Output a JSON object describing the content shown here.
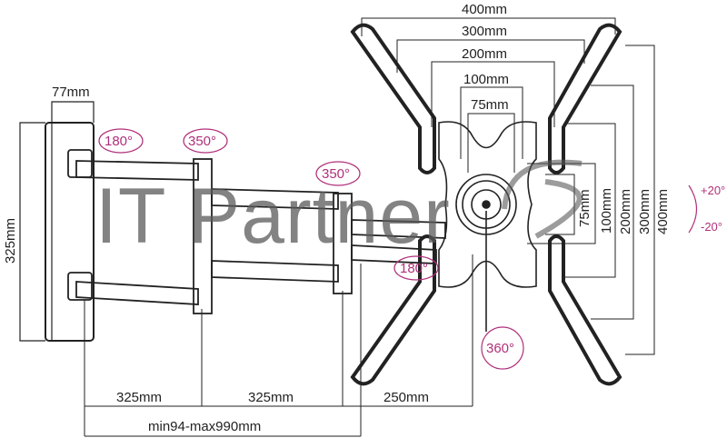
{
  "watermark": "IT Partner",
  "dimensions": {
    "plate_width": "77mm",
    "plate_height": "325mm",
    "arm1": "325mm",
    "arm2": "325mm",
    "arm3": "250mm",
    "extension": "min94-max990mm",
    "vesa_h": [
      "400mm",
      "300mm",
      "200mm",
      "100mm",
      "75mm"
    ],
    "vesa_v": [
      "75mm",
      "100mm",
      "200mm",
      "300mm",
      "400mm"
    ]
  },
  "rotations": {
    "wall_pivot": "180°",
    "elbow1": "350°",
    "elbow2": "350°",
    "head_pivot": "180°",
    "head_rotate": "360°",
    "tilt_up": "+20°",
    "tilt_down": "-20°"
  },
  "colors": {
    "accent": "#b0307a",
    "line": "#222222"
  }
}
